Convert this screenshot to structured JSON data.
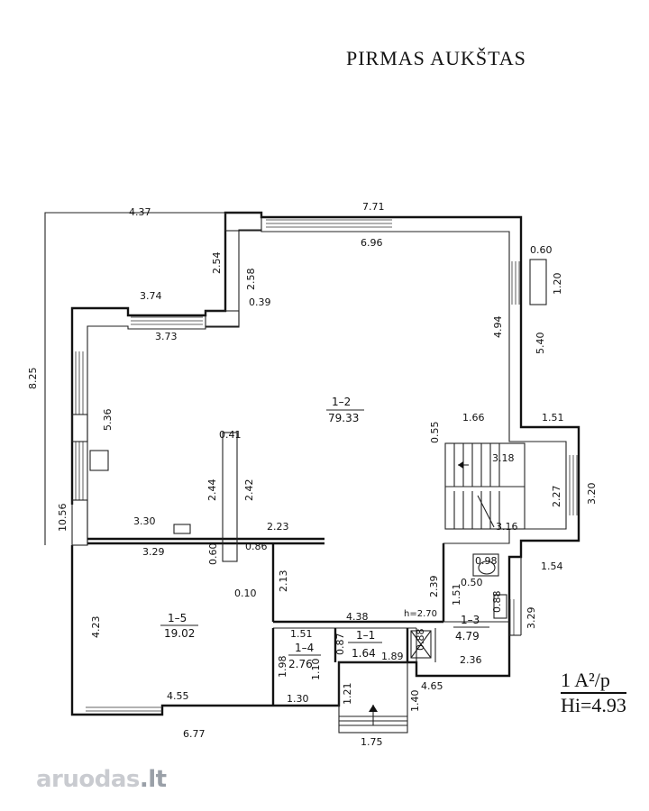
{
  "title": "PIRMAS AUKŠTAS",
  "scale": {
    "line1": "1 A²/p",
    "line2": "Hi=4.93"
  },
  "watermark": {
    "brand": "aruodas",
    "suffix": ".lt"
  },
  "rooms": [
    {
      "id": "1–2",
      "area": "79.33"
    },
    {
      "id": "1–5",
      "area": "19.02"
    },
    {
      "id": "1–4",
      "area": "2.76"
    },
    {
      "id": "1–1",
      "area": "1.64"
    },
    {
      "id": "1–3",
      "area": "4.79"
    }
  ],
  "dims": {
    "d437": "4.37",
    "d771": "7.71",
    "d696": "6.96",
    "d060": "0.60",
    "d120": "1.20",
    "d254": "2.54",
    "d258": "2.58",
    "d039": "0.39",
    "d374": "3.74",
    "d373": "3.73",
    "d825": "8.25",
    "d536": "5.36",
    "d1056": "10.56",
    "d494": "4.94",
    "d540": "5.40",
    "d055": "0.55",
    "d166": "1.66",
    "d151": "1.51",
    "d318": "3.18",
    "d227": "2.27",
    "d320": "3.20",
    "d316": "3.16",
    "d041": "0.41",
    "d244": "2.44",
    "d242": "2.42",
    "d330": "3.30",
    "d223": "2.23",
    "d329": "3.29",
    "d060b": "0.60",
    "d086": "0.86",
    "d213": "2.13",
    "d010": "0.10",
    "d098": "0.98",
    "d050": "0.50",
    "d239": "2.39",
    "d151b": "1.51",
    "d154": "1.54",
    "d088": "0.88",
    "d329b": "3.29",
    "d423": "4.23",
    "d438": "4.38",
    "h270": "h=2.70",
    "d151c": "1.51",
    "d087": "0.87",
    "d110": "1.10",
    "d198": "1.98",
    "d189": "1.89",
    "d088b": "0.88",
    "d236": "2.36",
    "d130": "1.30",
    "d455": "4.55",
    "d121": "1.21",
    "d140": "1.40",
    "d465": "4.65",
    "d677": "6.77",
    "d175": "1.75"
  }
}
